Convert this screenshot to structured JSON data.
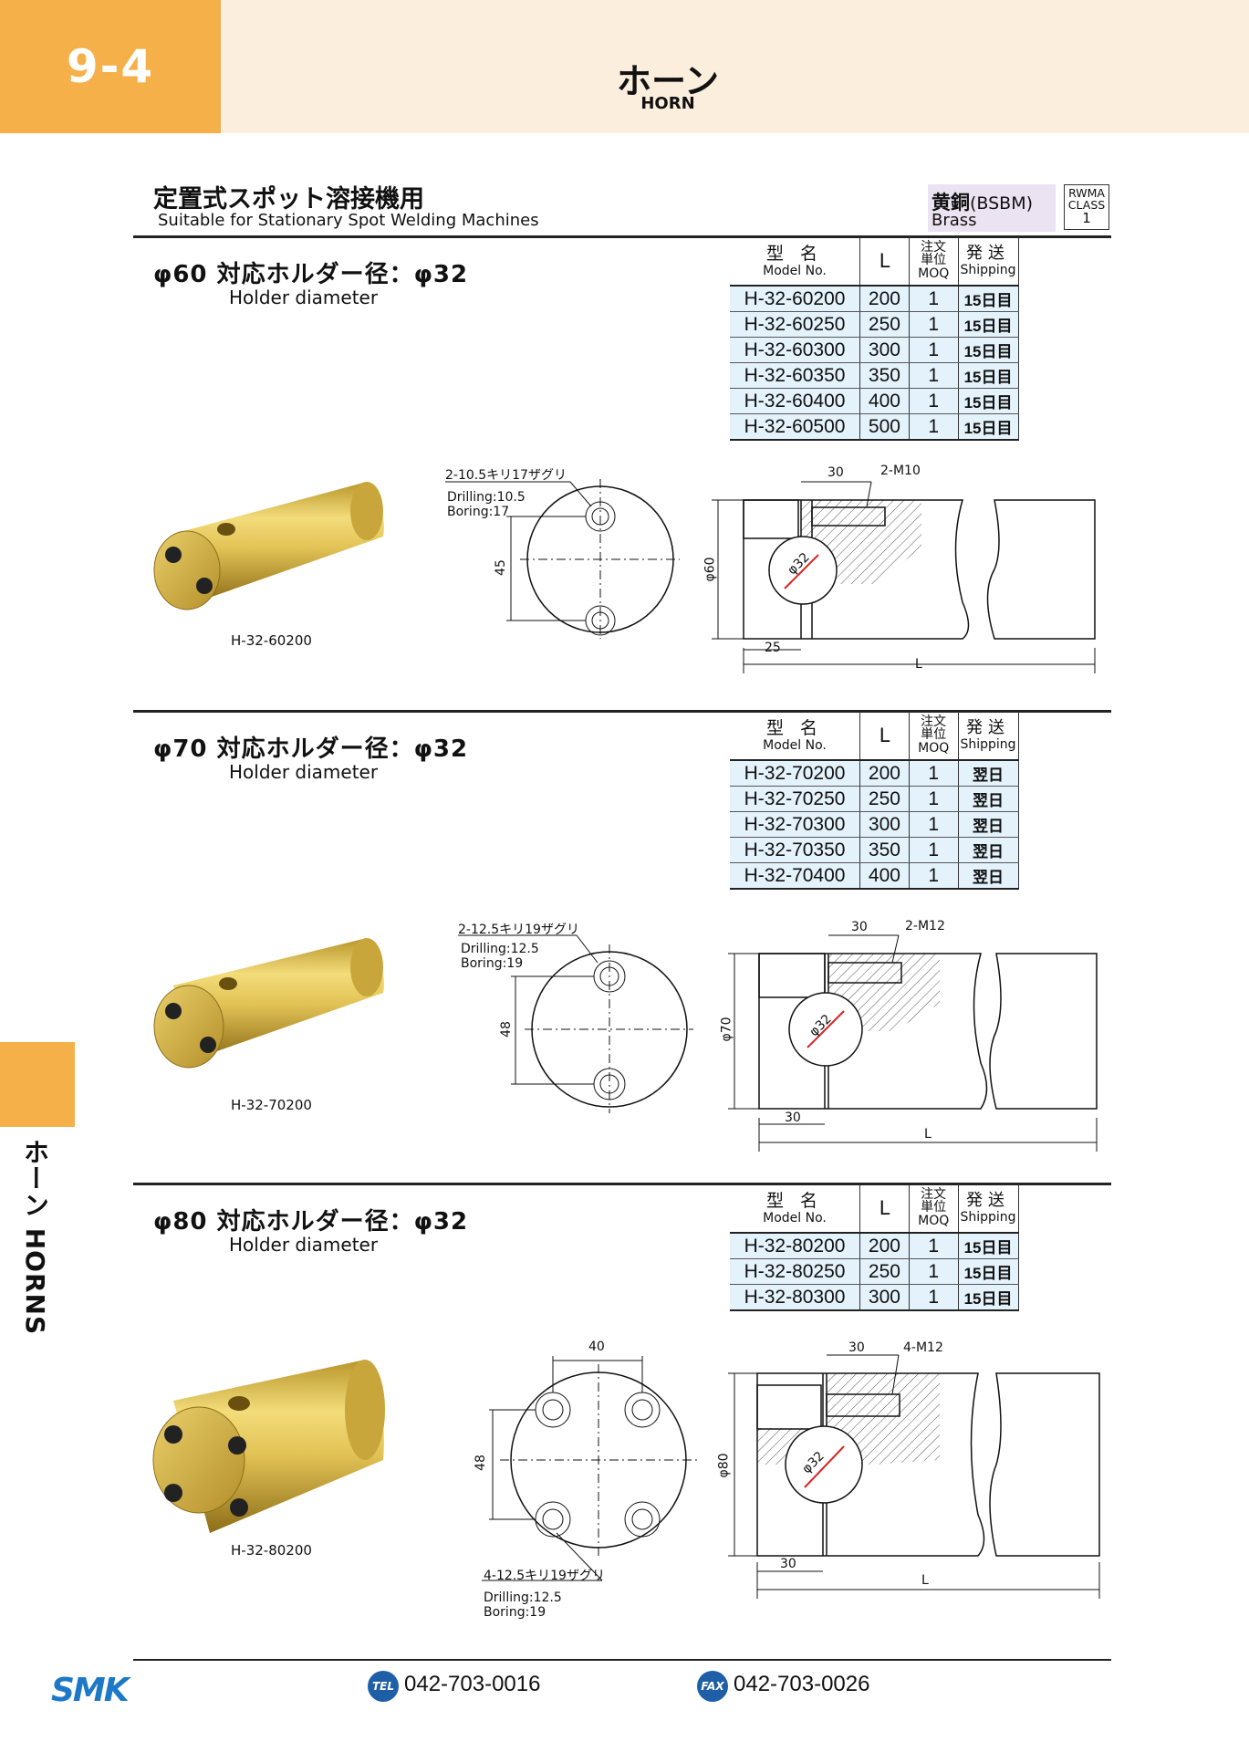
{
  "header": {
    "section_number": "9-4",
    "title_jp": "ホーン",
    "title_en": "HORN"
  },
  "side_tab": {
    "label": "ホーン HORNS"
  },
  "intro": {
    "title_jp": "定置式スポット溶接機用",
    "title_en": "Suitable for Stationary Spot Welding Machines",
    "material_jp": "黄銅",
    "material_code": "(BSBM)",
    "material_en": "Brass",
    "class_line1": "RWMA",
    "class_line2": "CLASS",
    "class_num": "1"
  },
  "table_headers": {
    "model_jp": "型名",
    "model_en": "Model No.",
    "length": "L",
    "moq_jp1": "注文",
    "moq_jp2": "単位",
    "moq_en": "MOQ",
    "ship_jp": "発送",
    "ship_en": "Shipping"
  },
  "sections": [
    {
      "title": "φ60 対応ホルダー径：φ32",
      "subtitle": "Holder diameter",
      "photo_caption": "H-32-60200",
      "rows": [
        {
          "model": "H-32-60200",
          "L": "200",
          "moq": "1",
          "ship": "15日目"
        },
        {
          "model": "H-32-60250",
          "L": "250",
          "moq": "1",
          "ship": "15日目"
        },
        {
          "model": "H-32-60300",
          "L": "300",
          "moq": "1",
          "ship": "15日目"
        },
        {
          "model": "H-32-60350",
          "L": "350",
          "moq": "1",
          "ship": "15日目"
        },
        {
          "model": "H-32-60400",
          "L": "400",
          "moq": "1",
          "ship": "15日目"
        },
        {
          "model": "H-32-60500",
          "L": "500",
          "moq": "1",
          "ship": "15日目"
        }
      ],
      "drawing": {
        "hole_note": "2-10.5キリ17ザグリ",
        "drilling": "Drilling:10.5",
        "boring": "Boring:17",
        "pitch": "45",
        "dia_outer": "φ60",
        "dia_bore": "φ32",
        "dim_30": "30",
        "thread": "2-M10",
        "dim_slot": "25",
        "dim_L": "L"
      }
    },
    {
      "title": "φ70 対応ホルダー径：φ32",
      "subtitle": "Holder diameter",
      "photo_caption": "H-32-70200",
      "rows": [
        {
          "model": "H-32-70200",
          "L": "200",
          "moq": "1",
          "ship": "翌日"
        },
        {
          "model": "H-32-70250",
          "L": "250",
          "moq": "1",
          "ship": "翌日"
        },
        {
          "model": "H-32-70300",
          "L": "300",
          "moq": "1",
          "ship": "翌日"
        },
        {
          "model": "H-32-70350",
          "L": "350",
          "moq": "1",
          "ship": "翌日"
        },
        {
          "model": "H-32-70400",
          "L": "400",
          "moq": "1",
          "ship": "翌日"
        }
      ],
      "drawing": {
        "hole_note": "2-12.5キリ19ザグリ",
        "drilling": "Drilling:12.5",
        "boring": "Boring:19",
        "pitch": "48",
        "dia_outer": "φ70",
        "dia_bore": "φ32",
        "dim_30": "30",
        "thread": "2-M12",
        "dim_slot": "30",
        "dim_L": "L"
      }
    },
    {
      "title": "φ80 対応ホルダー径：φ32",
      "subtitle": "Holder diameter",
      "photo_caption": "H-32-80200",
      "rows": [
        {
          "model": "H-32-80200",
          "L": "200",
          "moq": "1",
          "ship": "15日目"
        },
        {
          "model": "H-32-80250",
          "L": "250",
          "moq": "1",
          "ship": "15日目"
        },
        {
          "model": "H-32-80300",
          "L": "300",
          "moq": "1",
          "ship": "15日目"
        }
      ],
      "drawing": {
        "hole_note": "4-12.5キリ19ザグリ",
        "drilling": "Drilling:12.5",
        "boring": "Boring:19",
        "pitch": "48",
        "pitch_h": "40",
        "dia_outer": "φ80",
        "dia_bore": "φ32",
        "dim_30": "30",
        "thread": "4-M12",
        "dim_slot": "30",
        "dim_L": "L"
      }
    }
  ],
  "footer": {
    "logo": "SMK",
    "tel_badge": "TEL",
    "tel": "042-703-0016",
    "fax_badge": "FAX",
    "fax": "042-703-0026"
  },
  "colors": {
    "orange": "#f5b04a",
    "header_band": "#fbeedd",
    "row_blue": "#e4f2fb",
    "brass": "#d4b13c",
    "footer_blue": "#1e5fa8"
  }
}
